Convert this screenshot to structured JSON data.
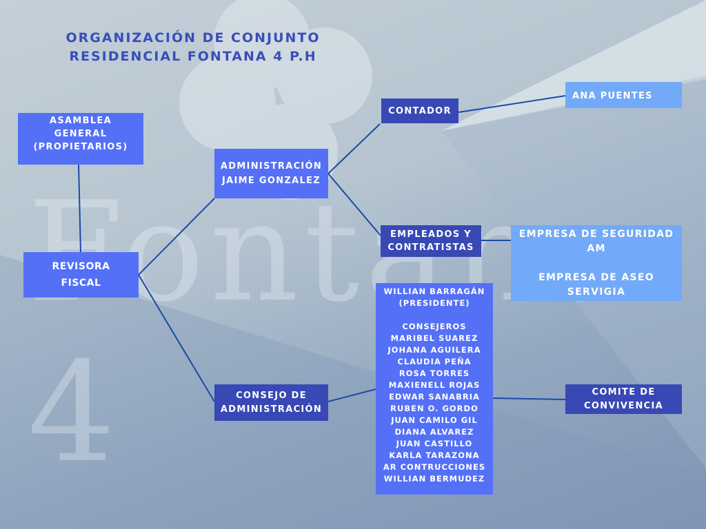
{
  "title": {
    "line1": "ORGANIZACIÓN DE CONJUNTO",
    "line2": "RESIDENCIAL FONTANA 4 P.H"
  },
  "watermark": "Fontana 4",
  "nodes": {
    "asamblea": [
      "ASAMBLEA",
      "GENERAL",
      "(PROPIETARIOS)"
    ],
    "revisora": [
      "REVISORA",
      "FISCAL"
    ],
    "administracion": [
      "ADMINISTRACIÓN",
      "JAIME GONZALEZ"
    ],
    "contador": "CONTADOR",
    "ana": "ANA PUENTES",
    "empleados": [
      "EMPLEADOS Y",
      "CONTRATISTAS"
    ],
    "empresas": [
      "EMPRESA DE SEGURIDAD",
      "AM",
      "",
      "EMPRESA DE ASEO",
      "SERVIGIA"
    ],
    "consejo": [
      "CONSEJO DE",
      "ADMINISTRACIÓN"
    ],
    "consejo_miembros": [
      "WILLIAN BARRAGÁN",
      "(PRESIDENTE)",
      "",
      "CONSEJEROS",
      "MARIBEL SUAREZ",
      "JOHANA AGUILERA",
      "CLAUDIA PEÑA",
      "ROSA TORRES",
      "MAXIENELL ROJAS",
      "EDWAR SANABRIA",
      "RUBEN O. GORDO",
      "JUAN CAMILO GIL",
      "DIANA ALVAREZ",
      "JUAN CASTILLO",
      "KARLA TARAZONA",
      "AR CONTRUCCIONES",
      "WILLIAN BERMUDEZ"
    ],
    "comite": [
      "COMITE DE",
      "CONVIVENCIA"
    ]
  },
  "colors": {
    "medium": "#5470f7",
    "dark": "#3848b5",
    "light": "#72a9f8",
    "line": "#1a4aa8"
  }
}
